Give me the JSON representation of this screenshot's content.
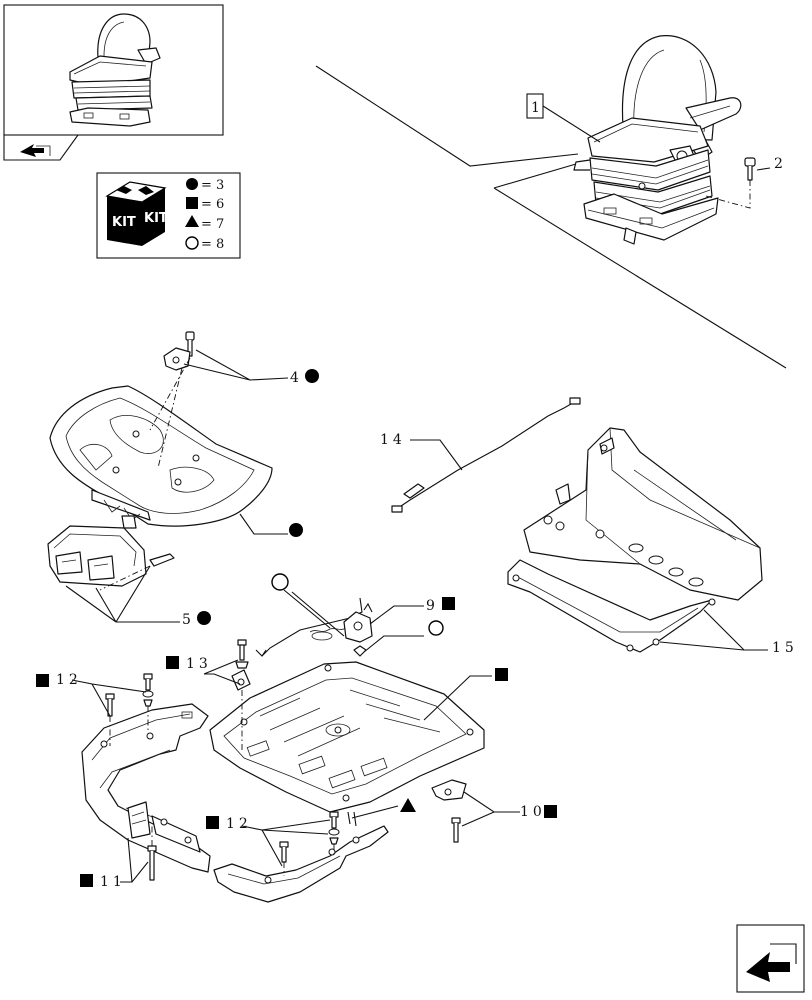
{
  "legend": {
    "kit_word": "KIT",
    "entries": [
      {
        "symbol": "circle-filled",
        "text": "= 3"
      },
      {
        "symbol": "square-filled",
        "text": "= 6"
      },
      {
        "symbol": "triangle-filled",
        "text": "= 7"
      },
      {
        "symbol": "circle-open",
        "text": "= 8"
      }
    ]
  },
  "callouts": {
    "c1": "1",
    "c2": "2",
    "c4": "4",
    "c5": "5",
    "c9": "9",
    "c10": "10",
    "c11": "11",
    "c12a": "12",
    "c12b": "12",
    "c13": "13",
    "c14": "14",
    "c15": "15"
  },
  "colors": {
    "ink": "#111111",
    "paper": "#ffffff"
  },
  "icons": {
    "thumbnail_nav": "arrow-icon",
    "corner_nav": "arrow-icon"
  }
}
